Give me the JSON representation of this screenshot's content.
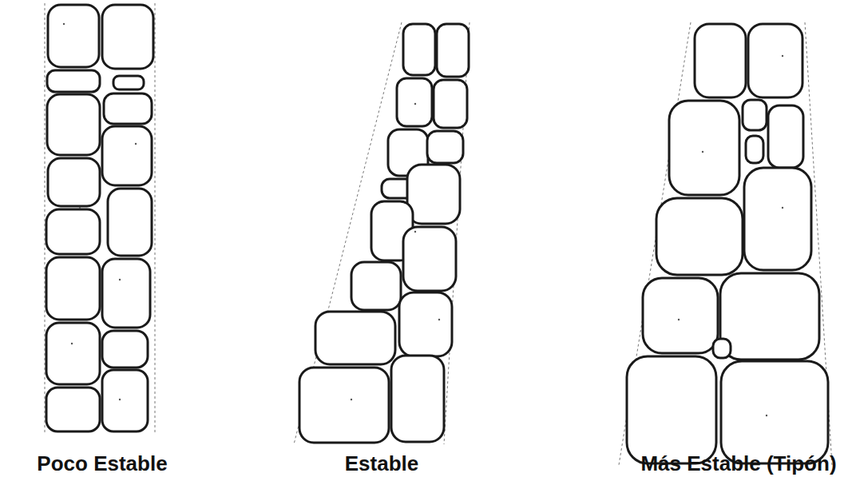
{
  "diagram": {
    "labels": [
      "Poco Estable",
      "Estable",
      "Más Estable (Tipón)"
    ]
  }
}
